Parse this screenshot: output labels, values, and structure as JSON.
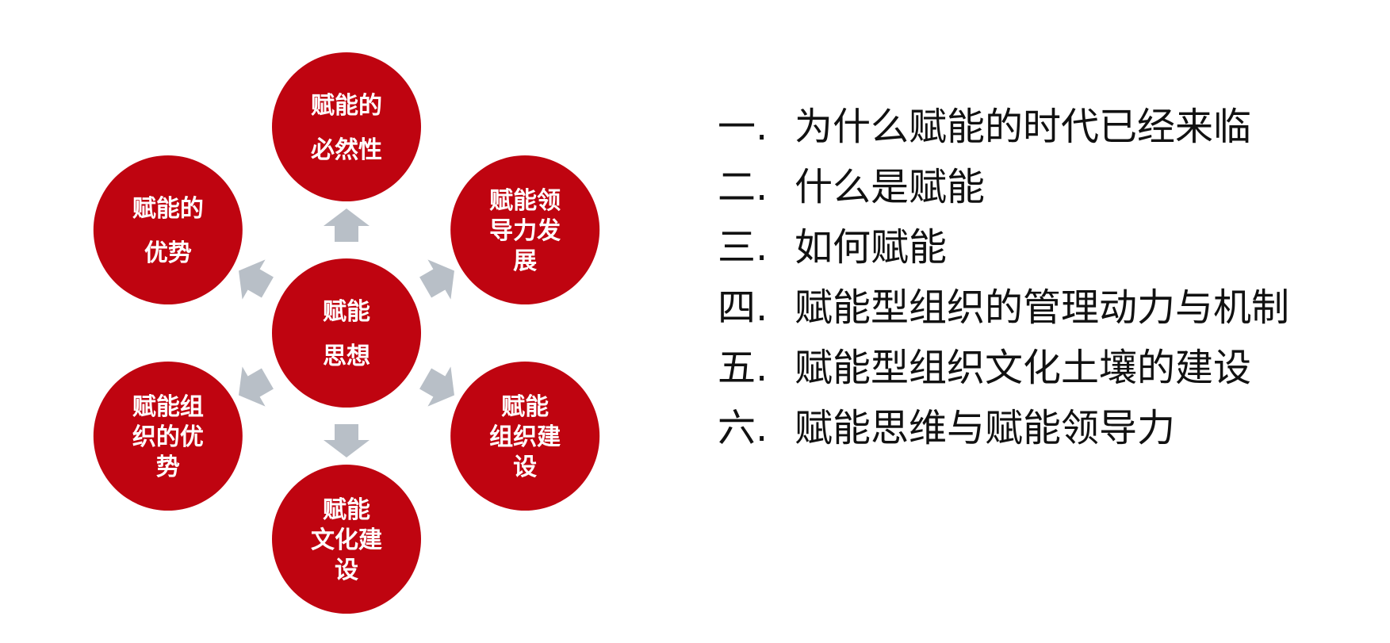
{
  "diagram": {
    "colors": {
      "node": "#bf0410",
      "arrow": "#b8bfc7",
      "node_text": "#ffffff"
    },
    "center": {
      "lines": [
        "赋能",
        "思想"
      ]
    },
    "nodes": [
      {
        "id": "top",
        "lines": [
          "赋能的",
          "必然性"
        ]
      },
      {
        "id": "upper-right",
        "lines": [
          "赋能领",
          "导力发",
          "展"
        ]
      },
      {
        "id": "lower-right",
        "lines": [
          "赋能",
          "组织建",
          "设"
        ]
      },
      {
        "id": "bottom",
        "lines": [
          "赋能",
          "文化建",
          "设"
        ]
      },
      {
        "id": "lower-left",
        "lines": [
          "赋能组",
          "织的优",
          "势"
        ]
      },
      {
        "id": "upper-left",
        "lines": [
          "赋能的",
          "优势"
        ]
      }
    ]
  },
  "agenda": [
    {
      "num": "一.",
      "text": "为什么赋能的时代已经来临"
    },
    {
      "num": "二.",
      "text": "什么是赋能"
    },
    {
      "num": "三.",
      "text": "如何赋能"
    },
    {
      "num": "四.",
      "text": "赋能型组织的管理动力与机制"
    },
    {
      "num": "五.",
      "text": "赋能型组织文化土壤的建设"
    },
    {
      "num": "六.",
      "text": "赋能思维与赋能领导力"
    }
  ]
}
